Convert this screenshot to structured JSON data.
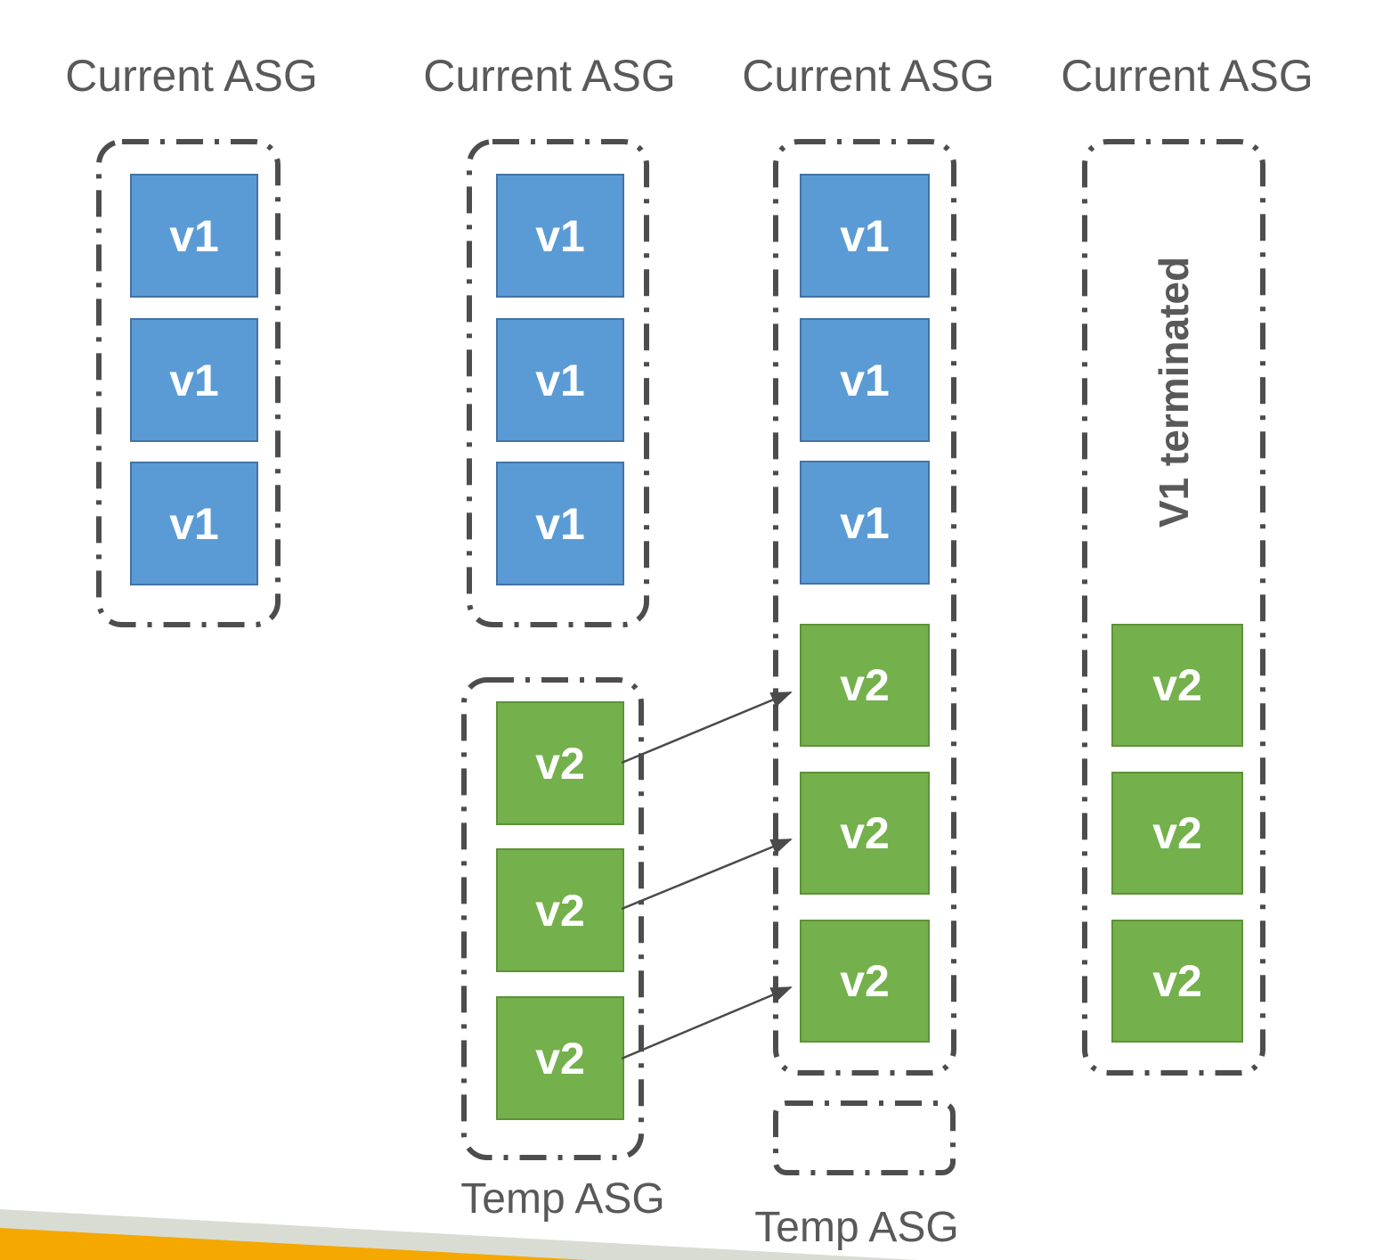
{
  "columns": [
    {
      "title": "Current ASG",
      "current": {
        "boxes": [
          "v1",
          "v1",
          "v1"
        ]
      }
    },
    {
      "title": "Current ASG",
      "current": {
        "boxes": [
          "v1",
          "v1",
          "v1"
        ]
      },
      "temp": {
        "label": "Temp ASG",
        "boxes": [
          "v2",
          "v2",
          "v2"
        ]
      }
    },
    {
      "title": "Current ASG",
      "current": {
        "boxes": [
          "v1",
          "v1",
          "v1",
          "v2",
          "v2",
          "v2"
        ]
      },
      "temp": {
        "label": "Temp ASG",
        "boxes": []
      }
    },
    {
      "title": "Current ASG",
      "note": "V1 terminated",
      "current": {
        "boxes": [
          "v2",
          "v2",
          "v2"
        ]
      }
    }
  ],
  "arrows": {
    "count": 3,
    "from": "Temp ASG v2 instances",
    "to": "Current ASG v2 instances"
  },
  "colors": {
    "instance_v1_fill": "#5B9BD5",
    "instance_v1_border": "#4472A4",
    "instance_v2_fill": "#74B04C",
    "instance_v2_border": "#5E9238",
    "dashed_border": "#4D4D4D",
    "label_text": "#595959",
    "instance_text": "#FFFFFF",
    "arrow": "#4A4A4A",
    "footer_stripe_gray": "#D9DCD3",
    "footer_stripe_orange": "#F4A800"
  }
}
